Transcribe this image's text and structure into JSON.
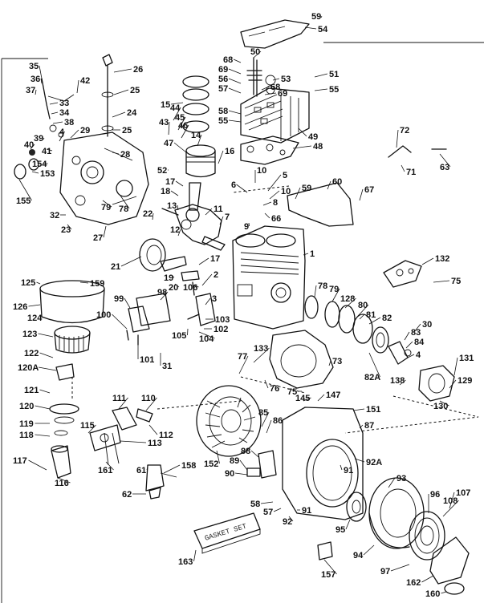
{
  "diagram": {
    "callouts": [
      {
        "id": "c59a",
        "text": "59"
      },
      {
        "id": "c54",
        "text": "54"
      },
      {
        "id": "c68a",
        "text": "68"
      },
      {
        "id": "c50",
        "text": "50"
      },
      {
        "id": "c51",
        "text": "51"
      },
      {
        "id": "c69a",
        "text": "69"
      },
      {
        "id": "c56",
        "text": "56"
      },
      {
        "id": "c53",
        "text": "53"
      },
      {
        "id": "c57a",
        "text": "57"
      },
      {
        "id": "c68b",
        "text": "68"
      },
      {
        "id": "c55a",
        "text": "55"
      },
      {
        "id": "c69b",
        "text": "69"
      },
      {
        "id": "c58a",
        "text": "58"
      },
      {
        "id": "c55b",
        "text": "55"
      },
      {
        "id": "c49",
        "text": "49"
      },
      {
        "id": "c48",
        "text": "48"
      },
      {
        "id": "c35",
        "text": "35"
      },
      {
        "id": "c26",
        "text": "26"
      },
      {
        "id": "c36",
        "text": "36"
      },
      {
        "id": "c42",
        "text": "42"
      },
      {
        "id": "c37",
        "text": "37"
      },
      {
        "id": "c25a",
        "text": "25"
      },
      {
        "id": "c33",
        "text": "33"
      },
      {
        "id": "c34",
        "text": "34"
      },
      {
        "id": "c38",
        "text": "38"
      },
      {
        "id": "c24",
        "text": "24"
      },
      {
        "id": "c29",
        "text": "29"
      },
      {
        "id": "c25b",
        "text": "25"
      },
      {
        "id": "c39",
        "text": "39"
      },
      {
        "id": "c4a",
        "text": "4"
      },
      {
        "id": "c41",
        "text": "41"
      },
      {
        "id": "c40",
        "text": "40"
      },
      {
        "id": "c154",
        "text": "154"
      },
      {
        "id": "c153",
        "text": "153"
      },
      {
        "id": "c155",
        "text": "155"
      },
      {
        "id": "c28",
        "text": "28"
      },
      {
        "id": "c15",
        "text": "15"
      },
      {
        "id": "c44",
        "text": "44"
      },
      {
        "id": "c45",
        "text": "45"
      },
      {
        "id": "c46",
        "text": "46"
      },
      {
        "id": "c43",
        "text": "43"
      },
      {
        "id": "c14",
        "text": "14"
      },
      {
        "id": "c47",
        "text": "47"
      },
      {
        "id": "c16",
        "text": "16"
      },
      {
        "id": "c52",
        "text": "52"
      },
      {
        "id": "c72",
        "text": "72"
      },
      {
        "id": "c71",
        "text": "71"
      },
      {
        "id": "c63",
        "text": "63"
      },
      {
        "id": "c10a",
        "text": "10"
      },
      {
        "id": "c5",
        "text": "5"
      },
      {
        "id": "c6",
        "text": "6"
      },
      {
        "id": "c10b",
        "text": "10"
      },
      {
        "id": "c59b",
        "text": "59"
      },
      {
        "id": "c60",
        "text": "60"
      },
      {
        "id": "c67",
        "text": "67"
      },
      {
        "id": "c8",
        "text": "8"
      },
      {
        "id": "c66",
        "text": "66"
      },
      {
        "id": "c9",
        "text": "9"
      },
      {
        "id": "c17a",
        "text": "17"
      },
      {
        "id": "c18",
        "text": "18"
      },
      {
        "id": "c13",
        "text": "13"
      },
      {
        "id": "c11",
        "text": "11"
      },
      {
        "id": "c7",
        "text": "7"
      },
      {
        "id": "c32",
        "text": "32"
      },
      {
        "id": "c79",
        "text": "79"
      },
      {
        "id": "c78a",
        "text": "78"
      },
      {
        "id": "c22",
        "text": "22"
      },
      {
        "id": "c23",
        "text": "23"
      },
      {
        "id": "c27",
        "text": "27"
      },
      {
        "id": "c12",
        "text": "12"
      },
      {
        "id": "c1",
        "text": "1"
      },
      {
        "id": "c21",
        "text": "21"
      },
      {
        "id": "c17b",
        "text": "17"
      },
      {
        "id": "c19",
        "text": "19"
      },
      {
        "id": "c2",
        "text": "2"
      },
      {
        "id": "c20",
        "text": "20"
      },
      {
        "id": "c106",
        "text": "106"
      },
      {
        "id": "c132",
        "text": "132"
      },
      {
        "id": "c75a",
        "text": "75"
      },
      {
        "id": "c125",
        "text": "125"
      },
      {
        "id": "c159",
        "text": "159"
      },
      {
        "id": "c98",
        "text": "98"
      },
      {
        "id": "c3",
        "text": "3"
      },
      {
        "id": "c126",
        "text": "126"
      },
      {
        "id": "c124",
        "text": "124"
      },
      {
        "id": "c99",
        "text": "99"
      },
      {
        "id": "c78b",
        "text": "78"
      },
      {
        "id": "c79b",
        "text": "79"
      },
      {
        "id": "c128",
        "text": "128"
      },
      {
        "id": "c80",
        "text": "80"
      },
      {
        "id": "c82",
        "text": "82"
      },
      {
        "id": "c100",
        "text": "100"
      },
      {
        "id": "c103",
        "text": "103"
      },
      {
        "id": "c102",
        "text": "102"
      },
      {
        "id": "c104",
        "text": "104"
      },
      {
        "id": "c105",
        "text": "105"
      },
      {
        "id": "c81",
        "text": "81"
      },
      {
        "id": "c30",
        "text": "30"
      },
      {
        "id": "c83",
        "text": "83"
      },
      {
        "id": "c84",
        "text": "84"
      },
      {
        "id": "c123",
        "text": "123"
      },
      {
        "id": "c4b",
        "text": "4"
      },
      {
        "id": "c73",
        "text": "73"
      },
      {
        "id": "c131",
        "text": "131"
      },
      {
        "id": "c122",
        "text": "122"
      },
      {
        "id": "c101",
        "text": "101"
      },
      {
        "id": "c31",
        "text": "31"
      },
      {
        "id": "c133",
        "text": "133"
      },
      {
        "id": "c77",
        "text": "77"
      },
      {
        "id": "c82A",
        "text": "82A"
      },
      {
        "id": "c120A",
        "text": "120A"
      },
      {
        "id": "c138",
        "text": "138"
      },
      {
        "id": "c129",
        "text": "129"
      },
      {
        "id": "c76",
        "text": "76"
      },
      {
        "id": "c75b",
        "text": "75"
      },
      {
        "id": "c121",
        "text": "121"
      },
      {
        "id": "c145",
        "text": "145"
      },
      {
        "id": "c147",
        "text": "147"
      },
      {
        "id": "c130",
        "text": "130"
      },
      {
        "id": "c110",
        "text": "110"
      },
      {
        "id": "c111",
        "text": "111"
      },
      {
        "id": "c151",
        "text": "151"
      },
      {
        "id": "c120",
        "text": "120"
      },
      {
        "id": "c85",
        "text": "85"
      },
      {
        "id": "c86",
        "text": "86"
      },
      {
        "id": "c119",
        "text": "119"
      },
      {
        "id": "c115",
        "text": "115"
      },
      {
        "id": "c112",
        "text": "112"
      },
      {
        "id": "c87",
        "text": "87"
      },
      {
        "id": "c118",
        "text": "118"
      },
      {
        "id": "c113",
        "text": "113"
      },
      {
        "id": "c152",
        "text": "152"
      },
      {
        "id": "c88",
        "text": "88"
      },
      {
        "id": "c92A",
        "text": "92A"
      },
      {
        "id": "c117",
        "text": "117"
      },
      {
        "id": "c89",
        "text": "89"
      },
      {
        "id": "c161",
        "text": "161"
      },
      {
        "id": "c61",
        "text": "61"
      },
      {
        "id": "c158",
        "text": "158"
      },
      {
        "id": "c91a",
        "text": "91"
      },
      {
        "id": "c116",
        "text": "116"
      },
      {
        "id": "c90",
        "text": "90"
      },
      {
        "id": "c93",
        "text": "93"
      },
      {
        "id": "c62",
        "text": "62"
      },
      {
        "id": "c58b",
        "text": "58"
      },
      {
        "id": "c57b",
        "text": "57"
      },
      {
        "id": "c91b",
        "text": "91"
      },
      {
        "id": "c96",
        "text": "96"
      },
      {
        "id": "c107",
        "text": "107"
      },
      {
        "id": "c108",
        "text": "108"
      },
      {
        "id": "c92",
        "text": "92"
      },
      {
        "id": "c95",
        "text": "95"
      },
      {
        "id": "c94",
        "text": "94"
      },
      {
        "id": "c163",
        "text": "163"
      },
      {
        "id": "c97",
        "text": "97"
      },
      {
        "id": "c157",
        "text": "157"
      },
      {
        "id": "c162",
        "text": "162"
      },
      {
        "id": "c160",
        "text": "160"
      }
    ],
    "gasket_set_label": "GASKET SET"
  }
}
